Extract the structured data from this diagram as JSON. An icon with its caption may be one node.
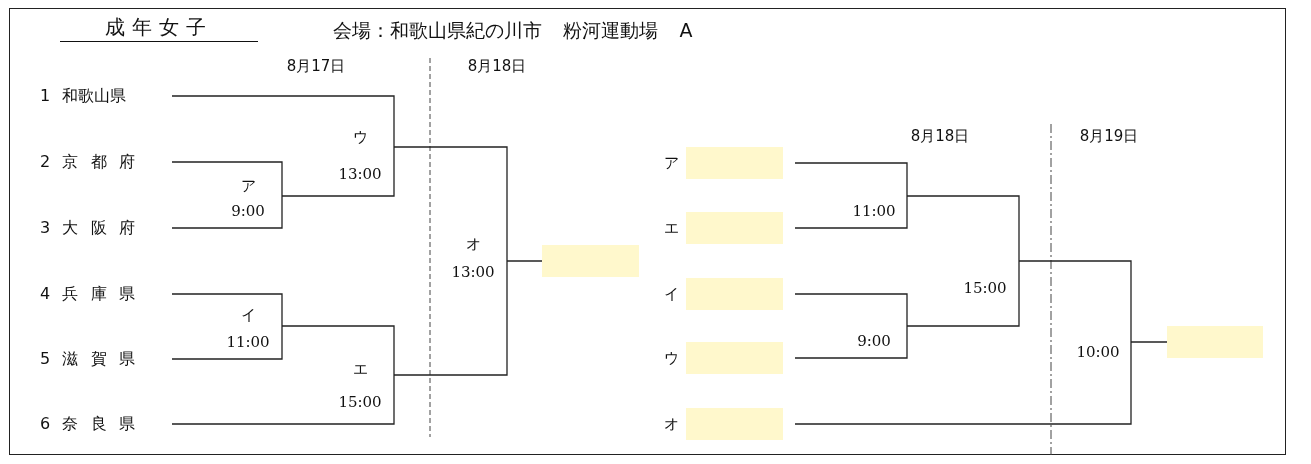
{
  "diagram": {
    "title": "成年女子",
    "nodes": [
      {
        "text": [
          "1 和歌山県"
        ]
      },
      {
        "text": [
          "2 京 都 府"
        ]
      },
      {
        "text": [
          "3 大 阪 府"
        ]
      },
      {
        "text": [
          "4 兵 庫 県"
        ]
      },
      {
        "text": [
          "5 滋 賀 県"
        ]
      },
      {
        "text": [
          "6 奈 良 県"
        ]
      },
      {
        "text": [
          "ア",
          "9:00"
        ]
      },
      {
        "text": [
          "ウ",
          "13:00"
        ]
      },
      {
        "text": [
          "イ",
          "11:00"
        ]
      },
      {
        "text": [
          "エ",
          "15:00"
        ]
      },
      {
        "text": [
          "オ",
          "13:00"
        ]
      },
      {
        "text": [],
        "shape": "box"
      },
      {
        "text": [
          "ア"
        ]
      },
      {
        "text": [
          "エ"
        ]
      },
      {
        "text": [
          "イ"
        ]
      },
      {
        "text": [
          "ウ"
        ]
      },
      {
        "text": [
          "オ"
        ]
      },
      {
        "text": [
          "11:00"
        ]
      },
      {
        "text": [
          "9:00"
        ]
      },
      {
        "text": [
          "15:00"
        ]
      },
      {
        "text": [
          "10:00"
        ]
      },
      {
        "text": [],
        "shape": "box"
      }
    ],
    "edges": [
      {
        "from": 0,
        "to": 7,
        "arrow": "none"
      },
      {
        "from": 1,
        "to": 6,
        "arrow": "none"
      },
      {
        "from": 2,
        "to": 6,
        "arrow": "none"
      },
      {
        "from": 6,
        "to": 7,
        "arrow": "none"
      },
      {
        "from": 3,
        "to": 8,
        "arrow": "none"
      },
      {
        "from": 4,
        "to": 8,
        "arrow": "none"
      },
      {
        "from": 8,
        "to": 9,
        "arrow": "none"
      },
      {
        "from": 5,
        "to": 9,
        "arrow": "none"
      },
      {
        "from": 7,
        "to": 10,
        "arrow": "none"
      },
      {
        "from": 9,
        "to": 10,
        "arrow": "none"
      },
      {
        "from": 10,
        "to": 11,
        "arrow": "none"
      },
      {
        "from": 12,
        "to": 17,
        "arrow": "none"
      },
      {
        "from": 13,
        "to": 17,
        "arrow": "none"
      },
      {
        "from": 14,
        "to": 18,
        "arrow": "none"
      },
      {
        "from": 15,
        "to": 18,
        "arrow": "none"
      },
      {
        "from": 17,
        "to": 19,
        "arrow": "none"
      },
      {
        "from": 18,
        "to": 19,
        "arrow": "none"
      },
      {
        "from": 19,
        "to": 20,
        "arrow": "none"
      },
      {
        "from": 16,
        "to": 20,
        "arrow": "none"
      },
      {
        "from": 20,
        "to": 21,
        "arrow": "none"
      }
    ],
    "labels": [
      "会場：和歌山県紀の川市 粉河運動場 A",
      "8月17日",
      "8月18日",
      "8月18日",
      "8月19日"
    ]
  }
}
